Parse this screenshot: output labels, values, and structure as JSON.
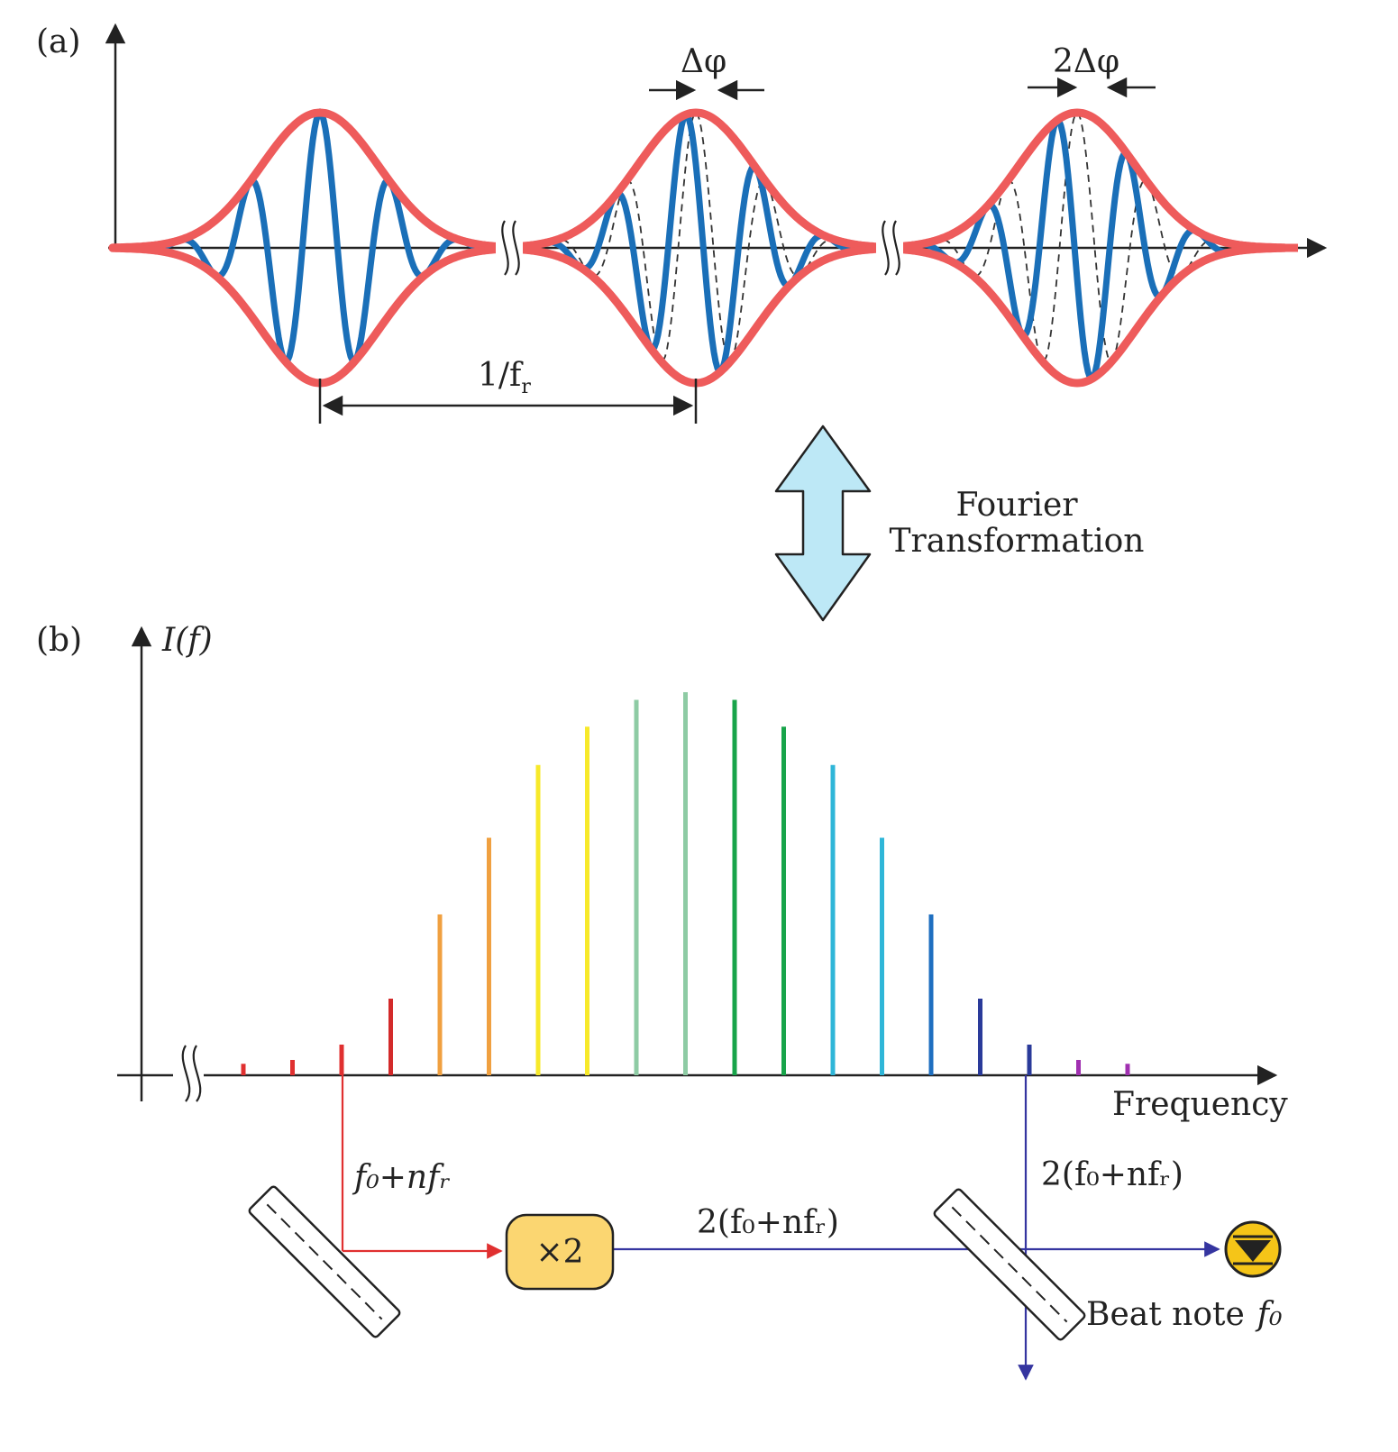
{
  "panel_a": {
    "label": "(a)",
    "phase_label_1": "Δφ",
    "phase_label_2": "2Δφ",
    "period_label": "1/f",
    "period_subscript": "r"
  },
  "fourier": {
    "line1": "Fourier",
    "line2": "Transformation"
  },
  "panel_b": {
    "label": "(b)",
    "y_axis_label": "I(f)",
    "x_axis_label": "Frequency",
    "comb_lines": [
      {
        "intensity": 0.03,
        "color": "#e03030"
      },
      {
        "intensity": 0.04,
        "color": "#e03030"
      },
      {
        "intensity": 0.08,
        "color": "#e03030"
      },
      {
        "intensity": 0.2,
        "color": "#d32a2a"
      },
      {
        "intensity": 0.42,
        "color": "#f0a040"
      },
      {
        "intensity": 0.62,
        "color": "#f0a040"
      },
      {
        "intensity": 0.81,
        "color": "#f7e92a"
      },
      {
        "intensity": 0.91,
        "color": "#f7e92a"
      },
      {
        "intensity": 0.98,
        "color": "#8ecba4"
      },
      {
        "intensity": 1.0,
        "color": "#8ecba4"
      },
      {
        "intensity": 0.98,
        "color": "#18a44a"
      },
      {
        "intensity": 0.91,
        "color": "#18a44a"
      },
      {
        "intensity": 0.81,
        "color": "#2fb6d8"
      },
      {
        "intensity": 0.62,
        "color": "#2fb6d8"
      },
      {
        "intensity": 0.42,
        "color": "#1f6fc0"
      },
      {
        "intensity": 0.2,
        "color": "#2a3a9a"
      },
      {
        "intensity": 0.08,
        "color": "#2a3a9a"
      },
      {
        "intensity": 0.04,
        "color": "#a030b0"
      },
      {
        "intensity": 0.03,
        "color": "#a030b0"
      }
    ]
  },
  "setup": {
    "red_beam_label": "f₀+nfᵣ",
    "doubler_label": "×2",
    "doubled_beam_label": "2(f₀+nfᵣ)",
    "blue_tap_label": "2(f₀+nfᵣ)",
    "beat_note_label": "Beat note",
    "beat_note_symbol": "f₀"
  },
  "colors": {
    "envelope": "#ee5b5b",
    "carrier": "#1a6fb8",
    "arrow_fill": "#bde8f6",
    "doubler_fill": "#fbd671",
    "red_beam": "#e03030",
    "blue_beam": "#3535a0",
    "detector": "#f5c518"
  }
}
